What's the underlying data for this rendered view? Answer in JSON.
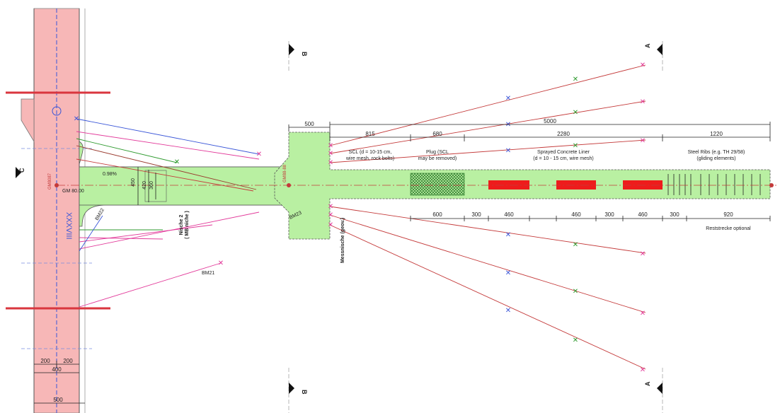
{
  "section_marks": {
    "b_top": "B",
    "a_top": "A",
    "b_bottom": "B",
    "a_bottom": "A",
    "c_left": "C"
  },
  "dimensions_top": {
    "width_block": "500",
    "total": "5000",
    "seg1": "815",
    "seg2": "680",
    "seg3": "2280",
    "seg4": "1220"
  },
  "zone_labels": {
    "scl": "SCL (d = 10-15 cm,",
    "scl2": "wire mesh, rock bolts)",
    "plug": "Plug (SCL",
    "plug2": "may be removed)",
    "sprayed": "Sprayed Concrete Liner",
    "sprayed2": "(d = 10 - 15 cm, wire mesh)",
    "steel": "Steel Ribs (e.g. TH 29/58)",
    "steel2": "(gliding elements)"
  },
  "dimensions_bottom": {
    "d1": "600",
    "d2": "300",
    "d3": "460",
    "d4": "460",
    "d5": "300",
    "d6": "460",
    "d7": "300",
    "d8": "920",
    "note": "Reststrecke optional"
  },
  "left_labels": {
    "chainage": "GM 80.00",
    "roman": "XXXVIII",
    "slope": "0.98%",
    "h450": "450",
    "h420": "420",
    "h360": "360",
    "nische": "Nische 2",
    "nische2": "( MB niche )",
    "messnische": "Messnische (geov.)",
    "left_vertical": "GM8087",
    "mid_vertical": "GM88-88",
    "bm21": "BM21",
    "bm22": "BM22",
    "bm23": "BM23"
  },
  "dimensions_left": {
    "w200a": "200",
    "w200b": "200",
    "w400": "400",
    "w500": "500"
  },
  "colors": {
    "tunnel_fill": "#f7b7b7",
    "gallery_fill": "#b9f0a2",
    "red_band": "#d9363e",
    "anchor_magenta": "#e23a9a",
    "anchor_red": "#c43a3a",
    "anchor_blue": "#3a56d8",
    "plug_fill": "#3b9a3b",
    "lining_block": "#ee1c1c"
  }
}
